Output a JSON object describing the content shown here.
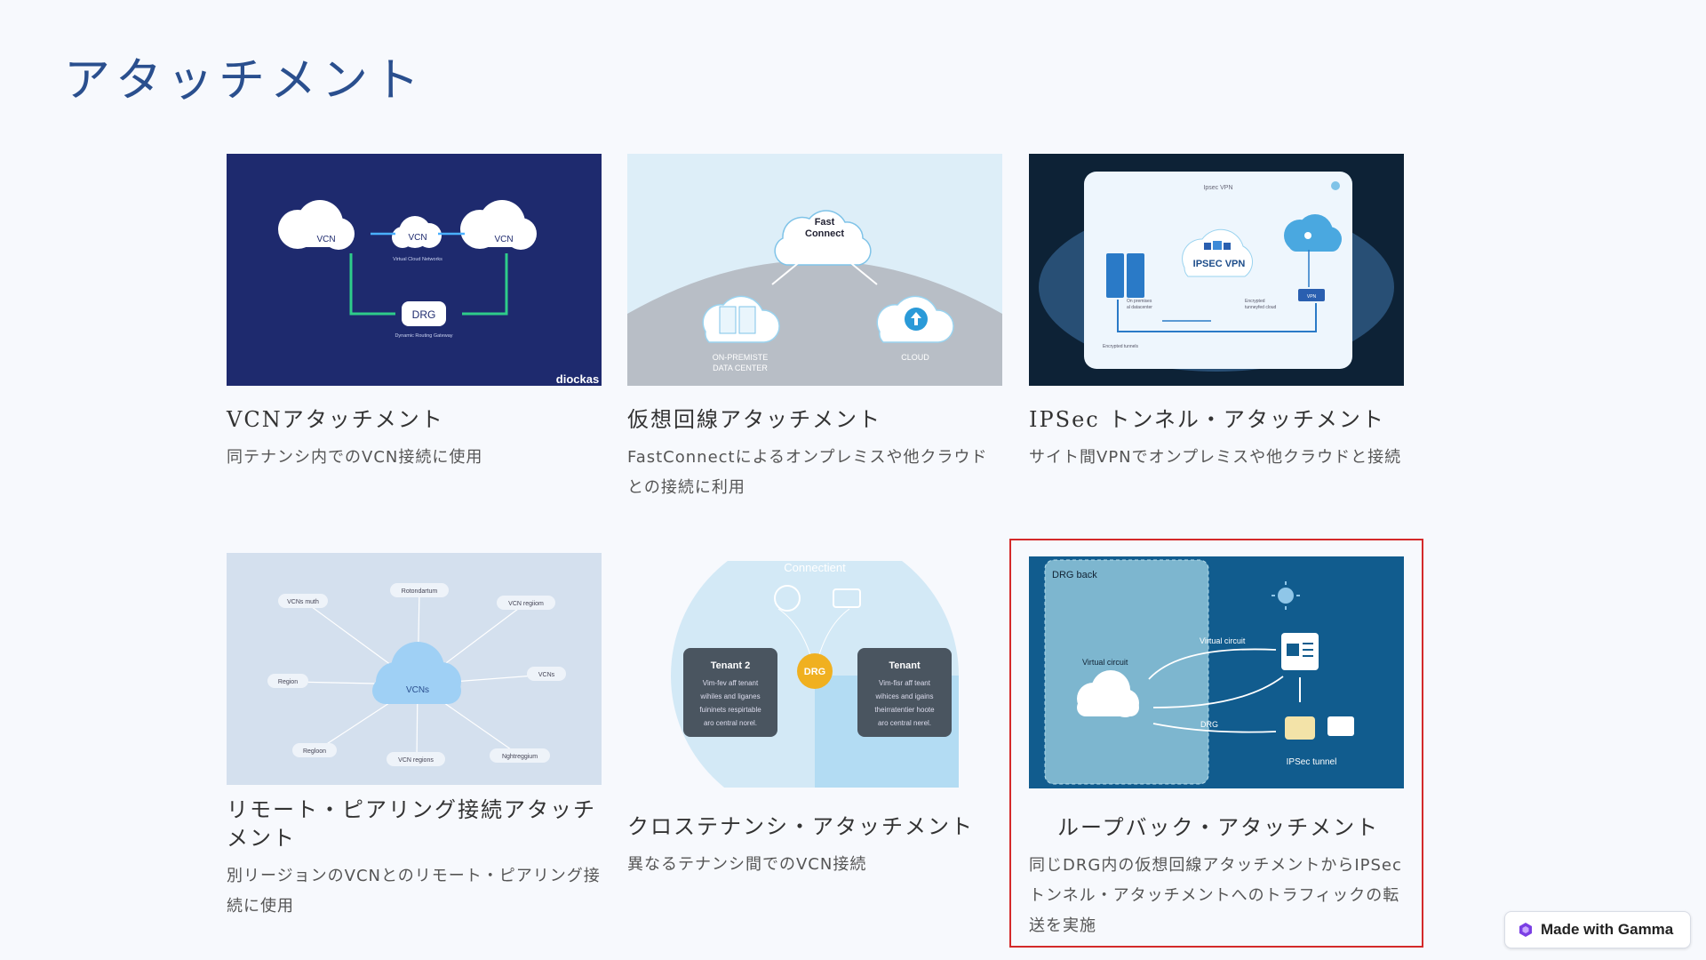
{
  "page": {
    "title": "アタッチメント"
  },
  "cards": [
    {
      "title": "VCNアタッチメント",
      "desc": "同テナンシ内でのVCN接続に使用",
      "image": {
        "vcn_left": "VCN",
        "vcn_mid": "VCN",
        "vcn_right": "VCN",
        "vcn_mid_caption": "Virtual Cloud Networks",
        "drg": "DRG",
        "drg_caption": "Dynamic Routing Gateway",
        "watermark": "diockas"
      }
    },
    {
      "title": "仮想回線アタッチメント",
      "desc": "FastConnectによるオンプレミスや他クラウドとの接続に利用",
      "image": {
        "fast": "Fast",
        "connect": "Connect",
        "onprem_line1": "ON-PREMISTE",
        "onprem_line2": "DATA CENTER",
        "cloud": "CLOUD"
      }
    },
    {
      "title": "IPSec トンネル・アタッチメント",
      "desc": "サイト間VPNでオンプレミスや他クラウドと接続",
      "image": {
        "header": "Ipsec VPN",
        "center": "IPSEC VPN",
        "onprem_note1": "On premises",
        "onprem_note2": "al datacenter",
        "enc_note1": "Encrypted",
        "enc_note2": "tunneyfed cloud",
        "footer": "Encrypted tunnels",
        "vpn_box": "VPN"
      }
    },
    {
      "title": "リモート・ピアリング接続アタッチメント",
      "desc": "別リージョンのVCNとのリモート・ピアリング接続に使用",
      "image": {
        "center": "VCNs",
        "nodes": [
          "VCNs muth",
          "Rotondartum",
          "VCN regiiom",
          "Region",
          "VCNs",
          "Regloon",
          "VCN regions",
          "Nghtreggium"
        ]
      }
    },
    {
      "title": "クロステナンシ・アタッチメント",
      "desc": "異なるテナンシ間でのVCN接続",
      "image": {
        "top_label": "Connectient",
        "left_title": "Tenant 2",
        "left_body": [
          "Vim-fev aff tenant",
          "wihiles and liganes",
          "fuininets respirtable",
          "aro central norel."
        ],
        "drg": "DRG",
        "right_title": "Tenant",
        "right_body": [
          "Vim-fisr aff teant",
          "wihices and igains",
          "theirratentier hoote",
          "aro central nerel."
        ]
      }
    },
    {
      "title": "ループバック・アタッチメント",
      "desc": "同じDRG内の仮想回線アタッチメントからIPSecトンネル・アタッチメントへのトラフィックの転送を実施",
      "image": {
        "panel_title": "DRG back",
        "vc_left": "Virtual circuit",
        "vc_top": "Virtual circuit",
        "drg": "DRG",
        "ipsec": "IPSec tunnel"
      }
    }
  ],
  "badge": {
    "label": "Made with Gamma"
  }
}
